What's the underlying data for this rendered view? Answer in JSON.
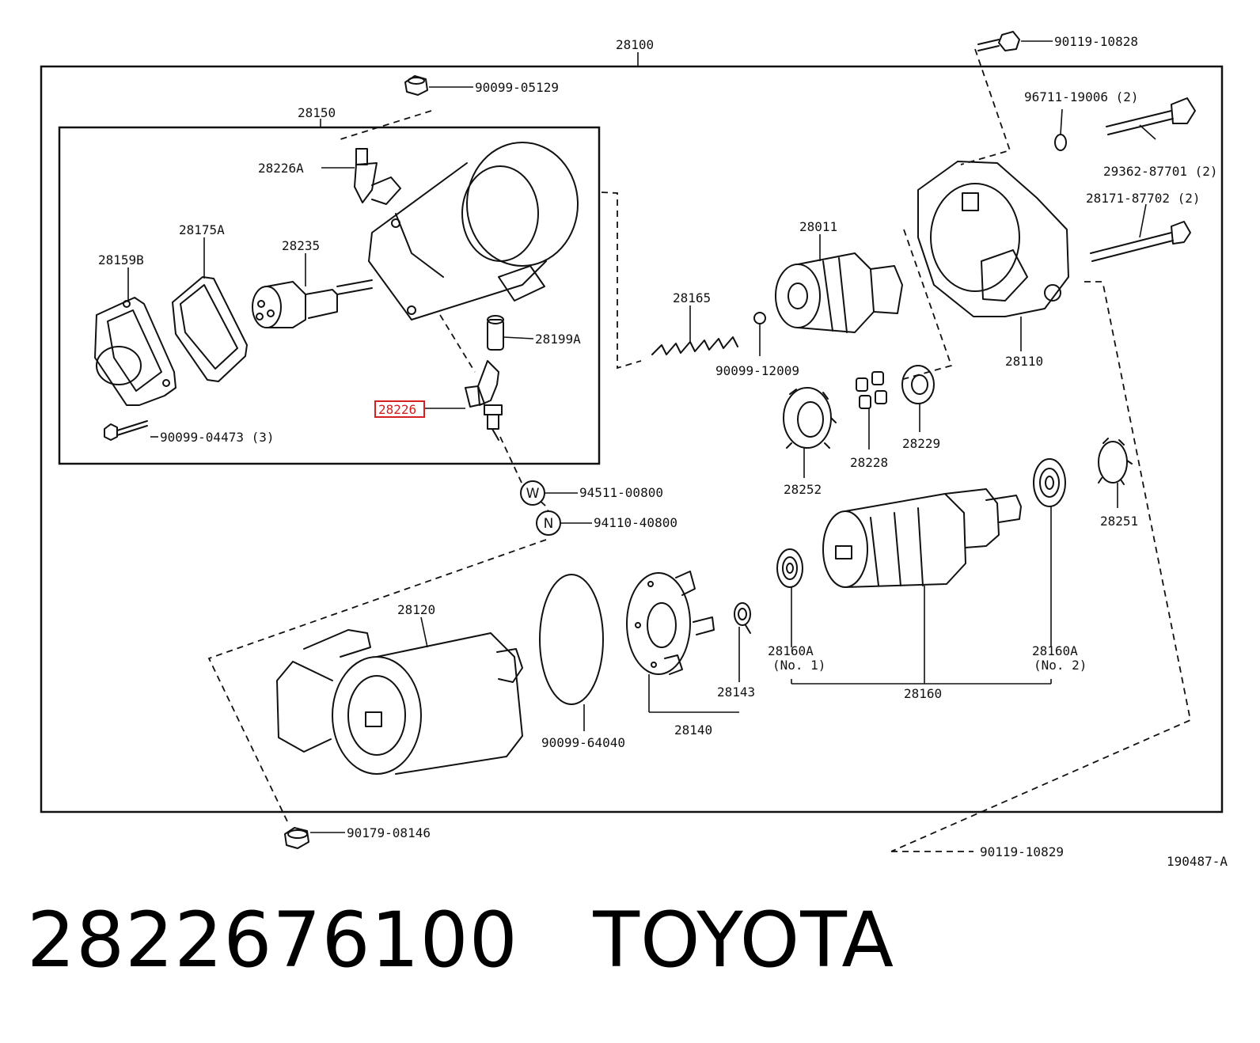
{
  "diagram_code": "190487-A",
  "highlighted_part": "28226",
  "caption": {
    "part_number": "2822676100",
    "brand": "TOYOTA"
  },
  "labels": {
    "assembly": "28100",
    "magnetic_switch_assy": "28150",
    "terminal_a": "28226A",
    "cover": "28159B",
    "gasket": "28175A",
    "plunger": "28235",
    "terminal_kit": "28199A",
    "contact_terminal": "28226",
    "screw_set": "90099-04473 (3)",
    "nut_top": "90099-05129",
    "bolt_top_right": "90119-10828",
    "o_ring": "96711-19006 (2)",
    "through_bolt": "29362-87701 (2)",
    "bolt_b": "28171-87702 (2)",
    "clutch": "28011",
    "spring": "28165",
    "ball": "90099-12009",
    "housing": "28110",
    "washer_w": "94511-00800",
    "nut_n": "94110-40800",
    "idler_gear": "28252",
    "rollers": "28228",
    "retainer": "28229",
    "pinion_gear": "28251",
    "yoke": "28120",
    "seal_ring": "90099-64040",
    "brush_holder": "28140",
    "brush_spring": "28143",
    "bearing_1": "28160A",
    "bearing_1_note": "(No. 1)",
    "bearing_2": "28160A",
    "bearing_2_note": "(No. 2)",
    "armature": "28160",
    "nut_bottom": "90179-08146",
    "bolt_bottom": "90119-10829"
  },
  "markers": {
    "washer": "W",
    "nut": "N"
  },
  "colors": {
    "line": "#111111",
    "highlight": "#d42020",
    "background": "#ffffff"
  }
}
